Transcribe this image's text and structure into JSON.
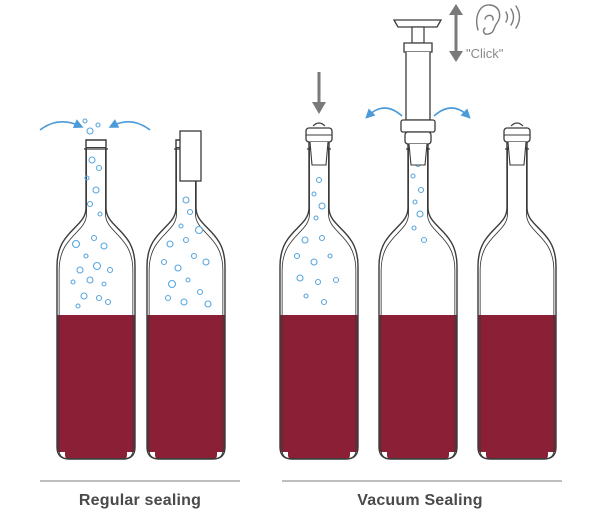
{
  "captions": {
    "regular": "Regular sealing",
    "vacuum": "Vacuum Sealing"
  },
  "click_label": "\"Click\"",
  "colors": {
    "wine": "#8b1f35",
    "outline": "#3a3a3a",
    "bubble": "#5aa7e0",
    "arrow_blue": "#4b9ad9",
    "arrow_gray": "#7a7a7a",
    "rule": "#a9a9a9"
  },
  "icons": [
    "blue-curved-arrow-icon",
    "down-arrow-icon",
    "up-down-arrow-icon",
    "ear-sound-icon",
    "vacuum-pump-icon",
    "stopper-icon",
    "bubble-icon"
  ]
}
